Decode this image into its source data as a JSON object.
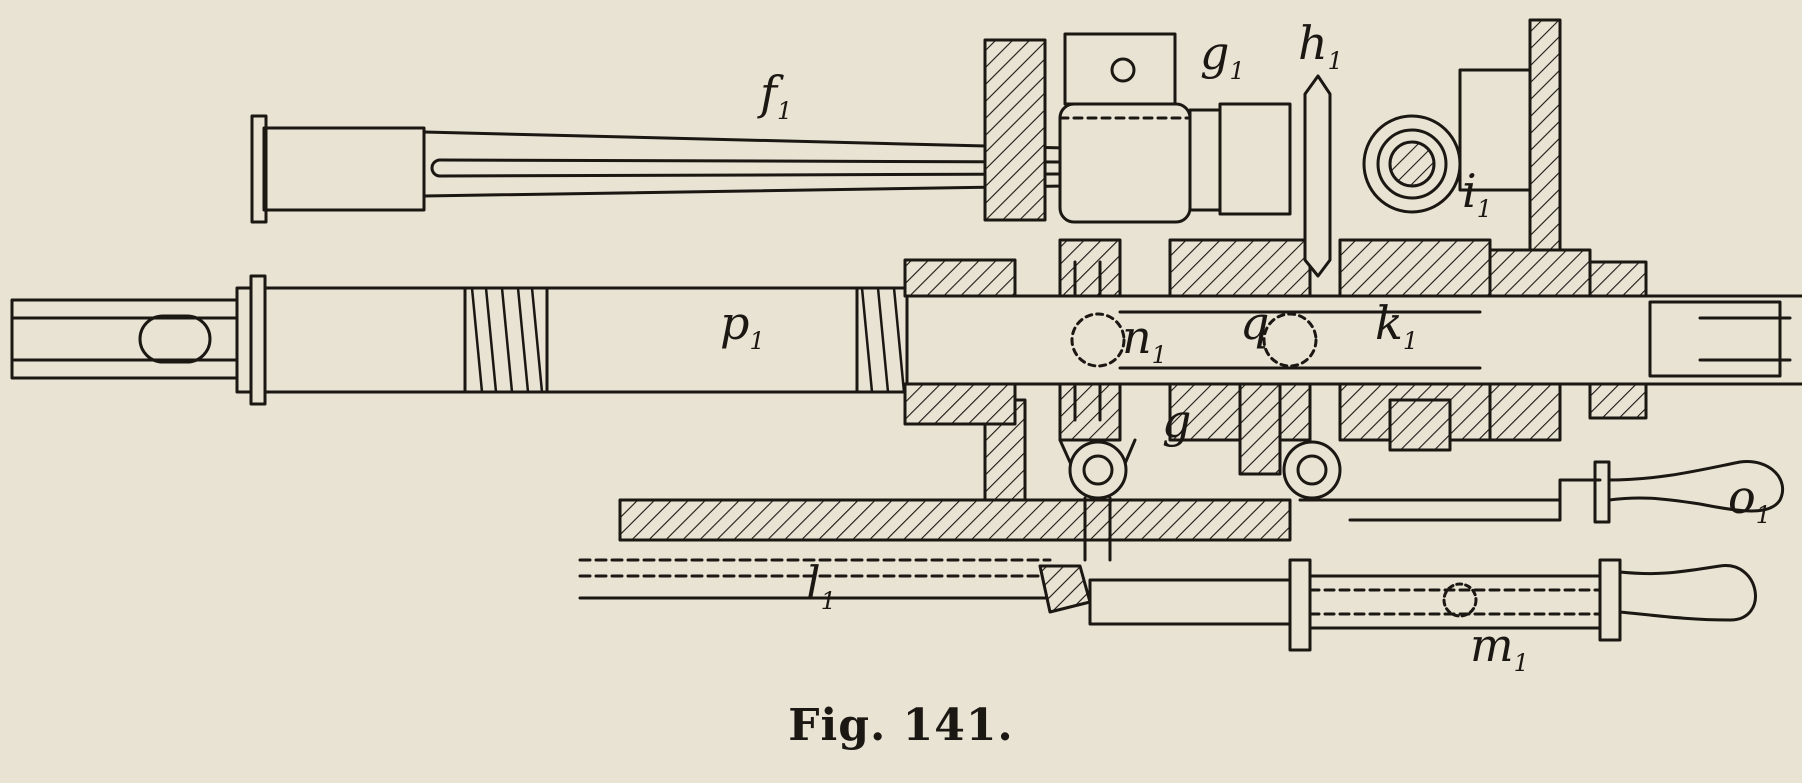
{
  "figure": {
    "caption": "Fig. 141.",
    "labels": {
      "f1": {
        "letter": "f",
        "sub": "1"
      },
      "g1_top": {
        "letter": "g",
        "sub": "1"
      },
      "h1": {
        "letter": "h",
        "sub": "1"
      },
      "i1": {
        "letter": "i",
        "sub": "1"
      },
      "p1": {
        "letter": "p",
        "sub": "1"
      },
      "n1": {
        "letter": "n",
        "sub": "1"
      },
      "q": {
        "letter": "q",
        "sub": ""
      },
      "k1": {
        "letter": "k",
        "sub": "1"
      },
      "g": {
        "letter": "g",
        "sub": ""
      },
      "o1": {
        "letter": "o",
        "sub": "1"
      },
      "l1": {
        "letter": "l",
        "sub": "1"
      },
      "m1": {
        "letter": "m",
        "sub": "1"
      }
    }
  }
}
